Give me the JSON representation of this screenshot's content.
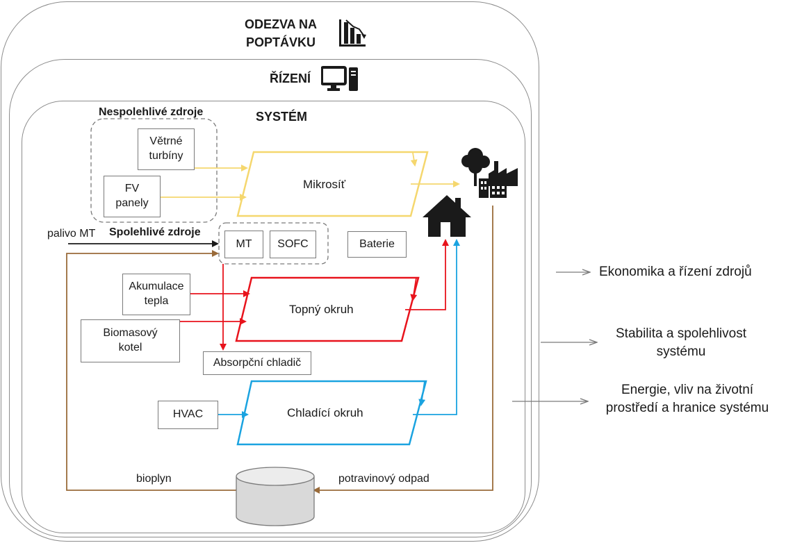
{
  "layers": {
    "demand_response": {
      "line1": "ODEZVA NA",
      "line2": "POPTÁVKU",
      "icon": "bar-chart-decline-icon"
    },
    "control": {
      "label": "ŘÍZENÍ",
      "icon": "desktop-computer-icon"
    },
    "system": {
      "label": "SYSTÉM"
    }
  },
  "groups": {
    "unreliable": "Nespolehlivé zdroje",
    "reliable": "Spolehlivé zdroje"
  },
  "sources": {
    "wind_line1": "Větrné",
    "wind_line2": "turbíny",
    "pv_line1": "FV",
    "pv_line2": "panely",
    "mt": "MT",
    "sofc": "SOFC",
    "battery": "Baterie",
    "heat_storage_line1": "Akumulace",
    "heat_storage_line2": "tepla",
    "biomass_line1": "Biomasový",
    "biomass_line2": "kotel",
    "absorption_chiller": "Absorpční chladič",
    "hvac": "HVAC"
  },
  "networks": {
    "microgrid": "Mikrosíť",
    "heating": "Topný okruh",
    "cooling": "Chladící okruh"
  },
  "flows": {
    "fuel_mt": "palivo MT",
    "biogas": "bioplyn",
    "food_waste": "potravinový odpad"
  },
  "icons": {
    "house": "house-icon",
    "city": "trees-and-factory-icon",
    "digester": "biogas-tank-icon"
  },
  "side_labels": {
    "economics": "Ekonomika a řízení zdrojů",
    "stability_line1": "Stabilita a spolehlivost",
    "stability_line2": "systému",
    "energy_line1": "Energie, vliv na životní",
    "energy_line2": "prostředí a hranice systému"
  },
  "colors": {
    "electric": "#f5d76e",
    "heat": "#e8131c",
    "cooling": "#1aa3e0",
    "biogas": "#9a6b3a",
    "ring": "#8c8c8c",
    "dashed": "#7a7a7a"
  }
}
